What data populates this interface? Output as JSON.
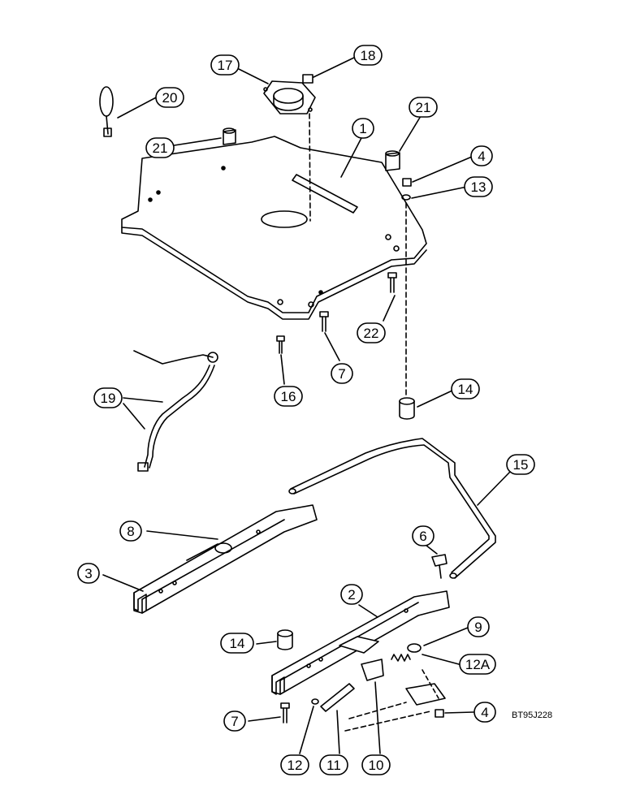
{
  "figure_code": "BT95J228",
  "callouts": [
    "17",
    "18",
    "20",
    "21",
    "1",
    "21",
    "4",
    "13",
    "22",
    "7",
    "16",
    "14",
    "19",
    "15",
    "8",
    "6",
    "3",
    "2",
    "9",
    "14",
    "12A",
    "7",
    "4",
    "12",
    "11",
    "10"
  ]
}
